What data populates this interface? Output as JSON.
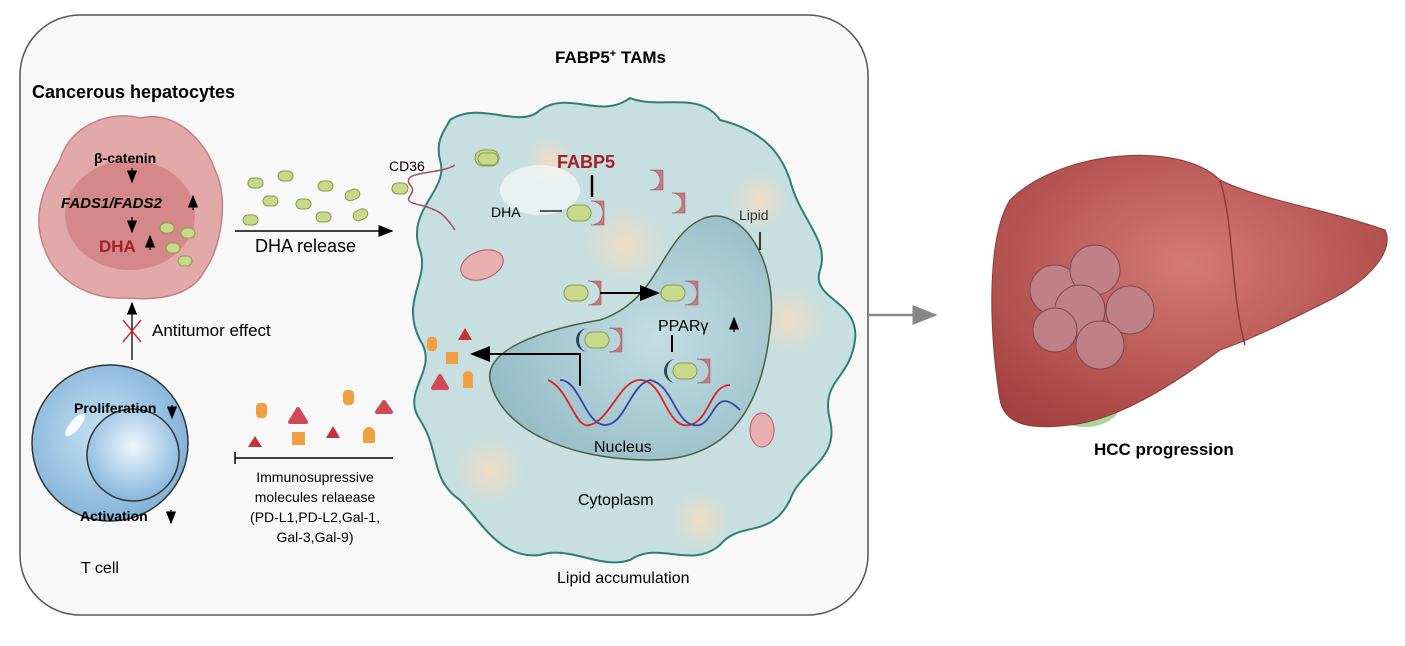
{
  "labels": {
    "tams_title": "FABP5",
    "tams_sup": "+",
    "tams_suffix": " TAMs",
    "hepatocytes_title": "Cancerous hepatocytes",
    "beta_catenin": "β-catenin",
    "fads": "FADS1/FADS2",
    "dha_hepatocyte": "DHA",
    "dha_release": "DHA release",
    "cd36": "CD36",
    "fabp5": "FABP5",
    "dha": "DHA",
    "lipid": "Lipid",
    "ppar": "PPARγ",
    "nucleus": "Nucleus",
    "cytoplasm": "Cytoplasm",
    "lipid_accumulation": "Lipid accumulation",
    "antitumor": "Antitumor effect",
    "proliferation": "Proliferation",
    "activation": "Activation",
    "tcell": "T cell",
    "immuno": [
      "Immunosupressive",
      "molecules relaease",
      "(PD-L1,PD-L2,Gal-1,",
      "Gal-3,Gal-9)"
    ],
    "hcc": "HCC progression"
  },
  "colors": {
    "accent_red": "#a3202a",
    "droplet_green": "#c9d98a",
    "cytoplasm": "#c7dfe0",
    "membrane": "#2f7f73",
    "liver": "#b5504e",
    "hepatocyte": "#d88f8f"
  }
}
